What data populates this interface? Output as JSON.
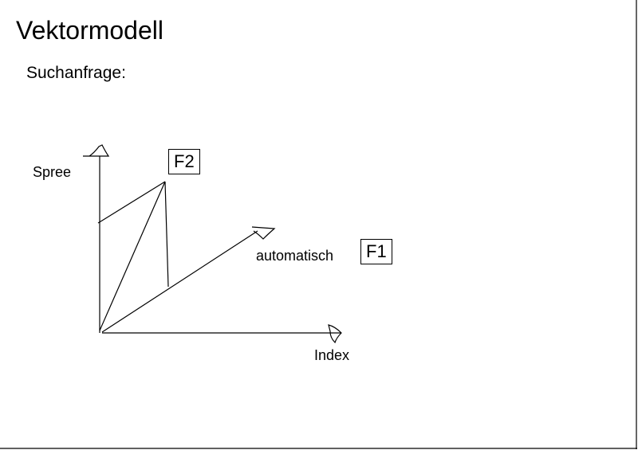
{
  "slide": {
    "title": "Vektormodell",
    "subtitle": "Suchanfrage:"
  },
  "diagram": {
    "axes": [
      "Spree",
      "automatisch",
      "Index"
    ],
    "documents": [
      "F1",
      "F2"
    ]
  }
}
